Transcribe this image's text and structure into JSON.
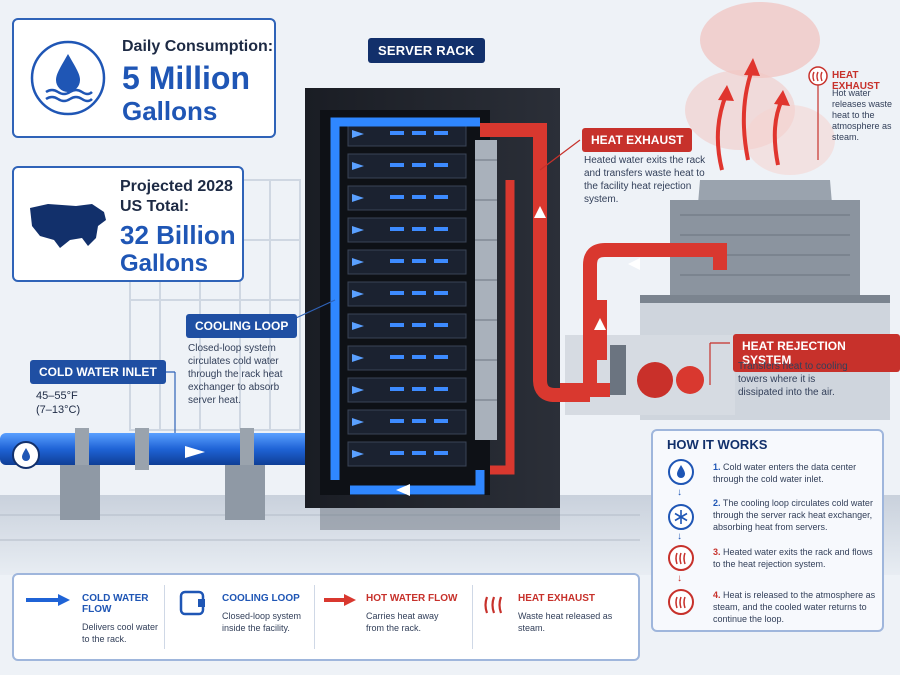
{
  "consumption": {
    "label": "Daily Consumption:",
    "value": "5 Million",
    "unit": "Gallons"
  },
  "projection": {
    "line1": "Projected 2028",
    "line2": "US Total:",
    "value": "32 Billion",
    "unit": "Gallons"
  },
  "server_rack_label": "SERVER RACK",
  "cooling_loop": {
    "title": "COOLING LOOP",
    "desc": "Closed-loop system circulates cold water through the rack heat exchanger to absorb server heat."
  },
  "cold_inlet": {
    "title": "COLD WATER INLET",
    "temp_f": "45–55°F",
    "temp_c": "(7–13°C)"
  },
  "heat_exhaust_rack": {
    "title": "HEAT EXHAUST",
    "desc": "Heated water exits the rack and transfers waste heat to the facility heat rejection system."
  },
  "heat_exhaust_tower": {
    "title": "HEAT EXHAUST",
    "desc": "Hot water releases waste heat to the atmosphere as steam."
  },
  "heat_rejection": {
    "title": "HEAT REJECTION SYSTEM",
    "desc": "Transfers heat to cooling towers where it is dissipated into the air."
  },
  "how_it_works": {
    "title": "HOW IT WORKS",
    "steps": [
      {
        "num": "1.",
        "text": "Cold water enters the data center through the cold water inlet."
      },
      {
        "num": "2.",
        "text": "The cooling loop circulates cold water through the server rack heat exchanger, absorbing heat from servers."
      },
      {
        "num": "3.",
        "text": "Heated water exits the rack and flows to the heat rejection system."
      },
      {
        "num": "4.",
        "text": "Heat is released to the atmosphere as steam, and the cooled water returns to continue the loop."
      }
    ]
  },
  "legend": [
    {
      "title": "COLD WATER FLOW",
      "desc": "Delivers cool water to the rack.",
      "icon": "blue-arrow-icon"
    },
    {
      "title": "COOLING LOOP",
      "desc": "Closed-loop system inside the facility.",
      "icon": "loop-icon"
    },
    {
      "title": "HOT WATER FLOW",
      "desc": "Carries heat away from the rack.",
      "icon": "red-arrow-icon"
    },
    {
      "title": "HEAT EXHAUST",
      "desc": "Waste heat released as steam.",
      "icon": "heat-waves-icon"
    }
  ],
  "colors": {
    "cold": "#1f63d6",
    "hot": "#d9382f",
    "navy": "#12306b",
    "accent": "#1f56b5"
  }
}
